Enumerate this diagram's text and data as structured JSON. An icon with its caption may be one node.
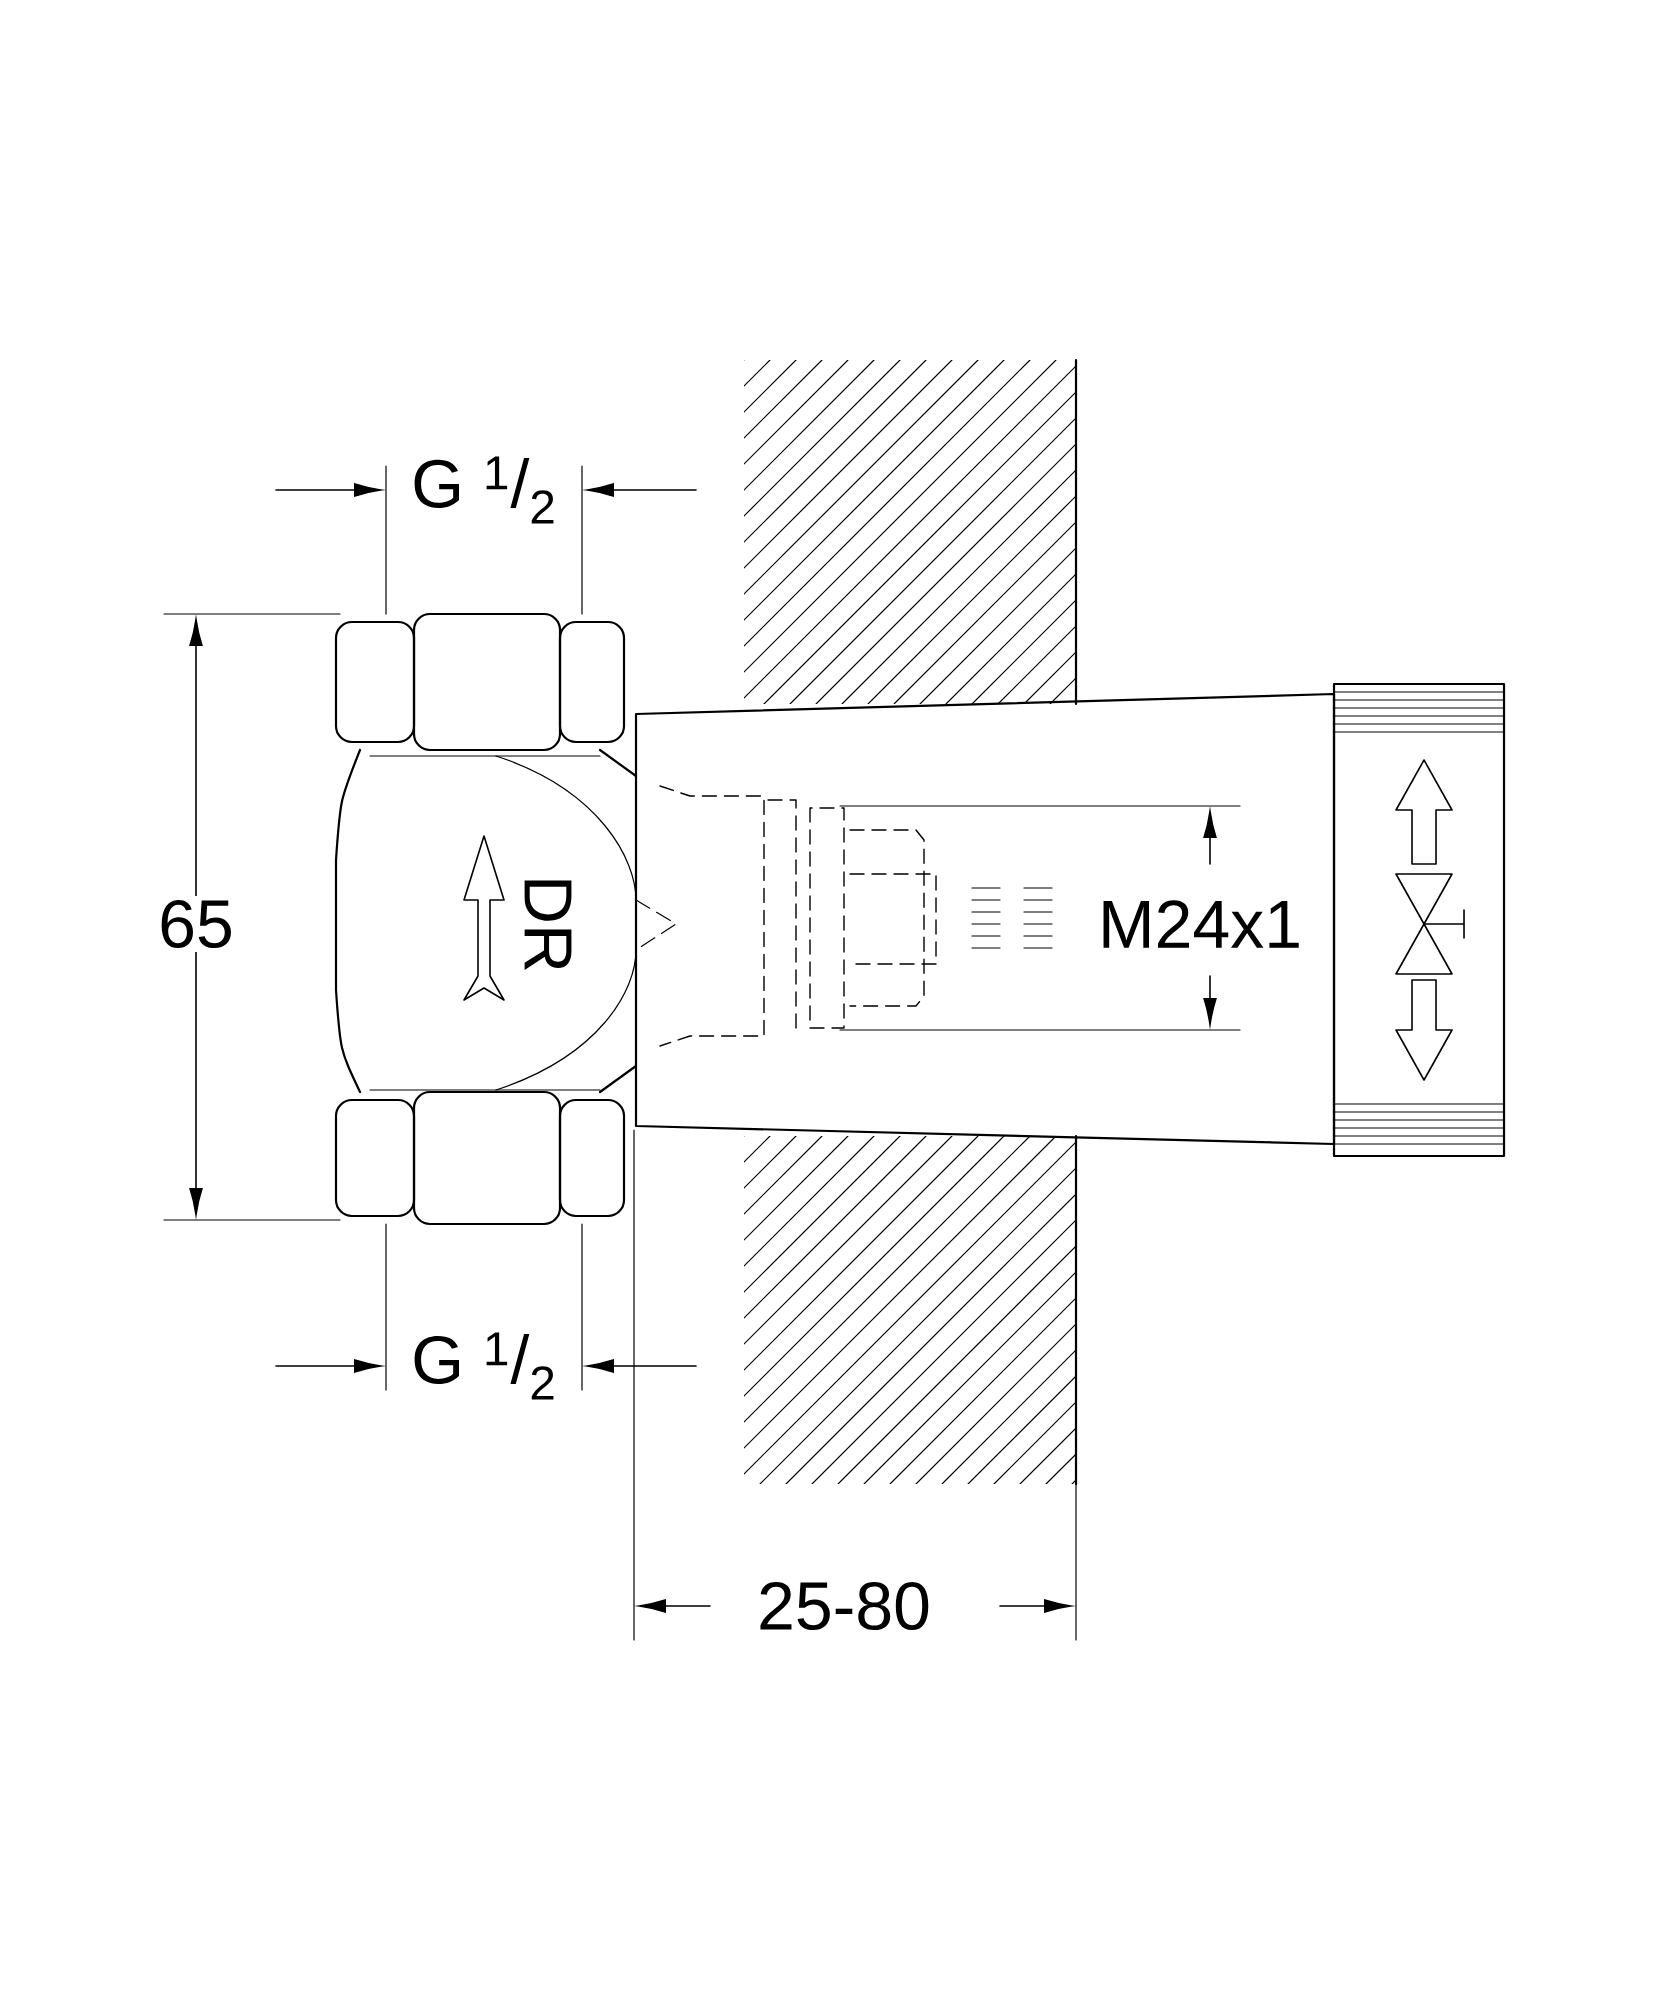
{
  "diagram": {
    "labels": [
      "G $^{1}$/$_{2}$",
      "65",
      "DR",
      "M24x1",
      "G $^{1}$/$_{2}$",
      "25-80"
    ]
  }
}
